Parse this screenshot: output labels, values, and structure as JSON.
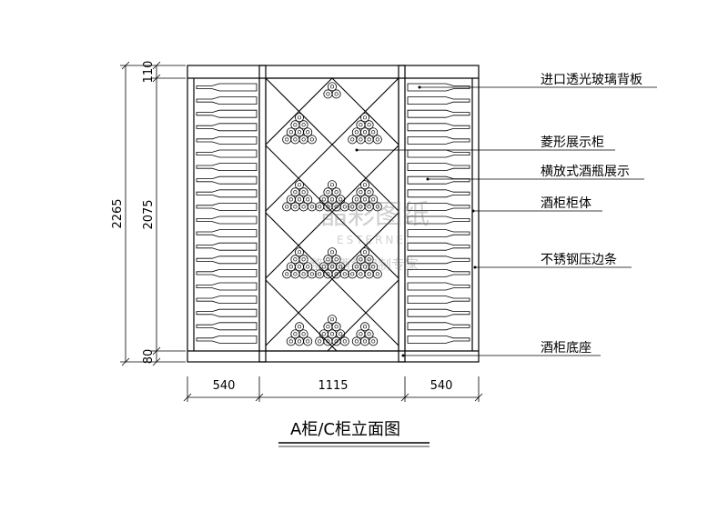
{
  "title": "A柜/C柜立面图",
  "dimensions": {
    "widths": [
      "540",
      "1115",
      "540"
    ],
    "heights": [
      "110",
      "2075",
      "80"
    ],
    "total_height": "2265"
  },
  "callouts": [
    "进口透光玻璃背板",
    "菱形展示柜",
    "横放式酒瓶展示",
    "酒柜柜体",
    "不锈钢压边条",
    "酒柜底座"
  ],
  "watermark": {
    "line1": "晶彩图纸",
    "line2": "ESTERNEL",
    "line3": "整体酒窖定制专家"
  }
}
